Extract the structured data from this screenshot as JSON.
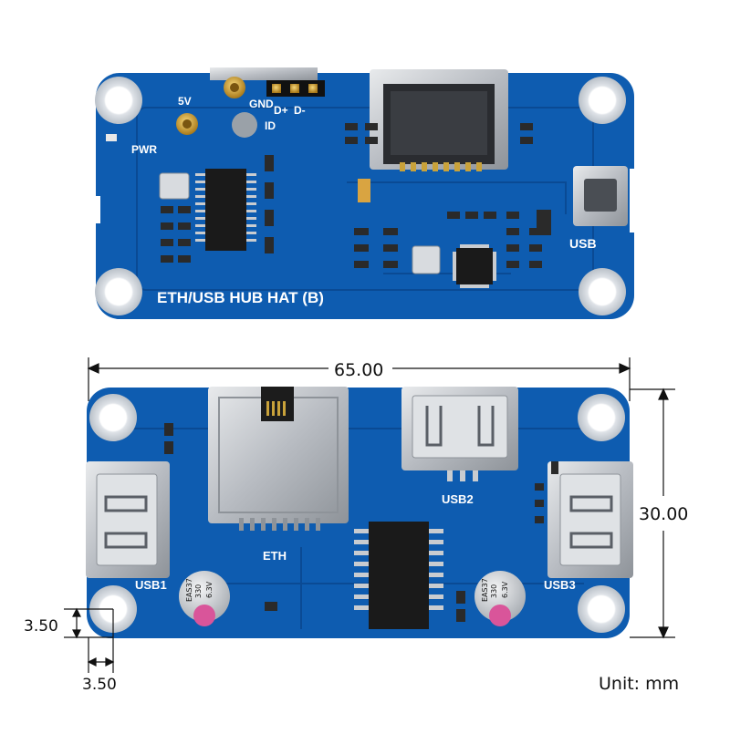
{
  "top_board": {
    "title": "ETH/USB HUB HAT (B)",
    "labels": {
      "pwr": "PWR",
      "v5": "5V",
      "gnd": "GND",
      "dplus": "D+",
      "dminus": "D-",
      "id": "ID",
      "usb": "USB"
    }
  },
  "bottom_board": {
    "labels": {
      "usb1": "USB1",
      "usb2": "USB2",
      "usb3": "USB3",
      "eth": "ETH"
    },
    "capacitor": {
      "line1": "EAS37",
      "line2": "330",
      "line3": "6.3V"
    }
  },
  "dimensions": {
    "width": "65.00",
    "height": "30.00",
    "hole_offset_y": "3.50",
    "hole_offset_x": "3.50",
    "unit": "Unit: mm"
  },
  "colors": {
    "pcb": "#0e5cb0",
    "pcb_dark": "#0a4a94",
    "silk": "#ffffff",
    "chip": "#1a1a1a",
    "metal": "#c9ccd0"
  }
}
